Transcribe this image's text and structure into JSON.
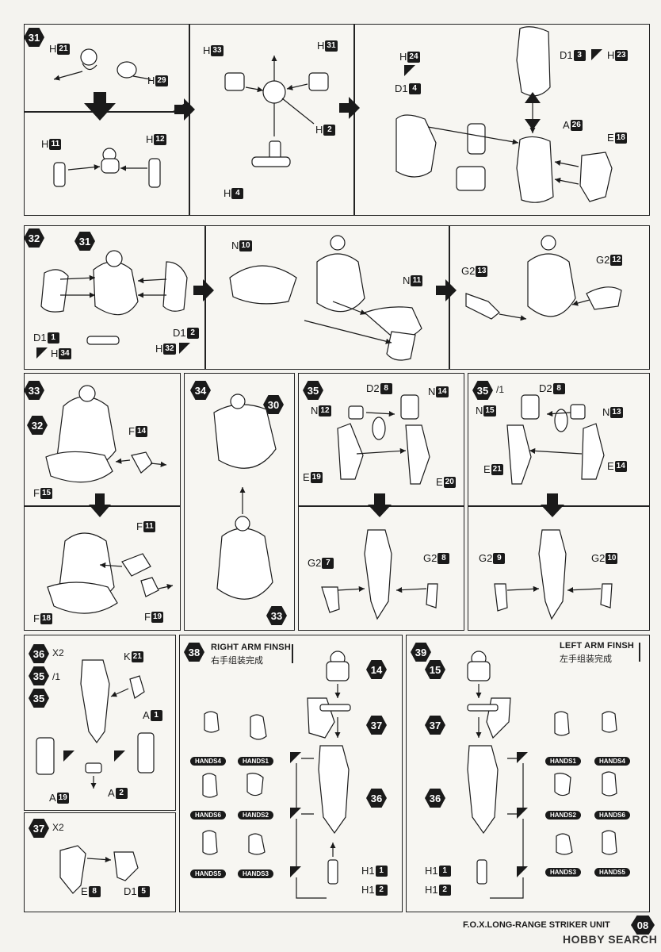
{
  "steps": {
    "s31": "31",
    "s32": "32",
    "s33": "33",
    "s34": "34",
    "s35": "35",
    "s35b": "35",
    "s36": "36",
    "s37": "37",
    "s38": "38",
    "s39": "39"
  },
  "step_suffix": {
    "x2": "X2",
    "slash1": "/1"
  },
  "panel31": {
    "h21": "H",
    "h21n": "21",
    "h29": "H",
    "h29n": "29",
    "h11": "H",
    "h11n": "11",
    "h12": "H",
    "h12n": "12",
    "h33": "H",
    "h33n": "33",
    "h31": "H",
    "h31n": "31",
    "h2": "H",
    "h2n": "2",
    "h4": "H",
    "h4n": "4",
    "h24": "H",
    "h24n": "24",
    "d14": "D1",
    "d14n": "4",
    "d13": "D1",
    "d13n": "3",
    "h23": "H",
    "h23n": "23",
    "a26": "A",
    "a26n": "26",
    "e18": "E",
    "e18n": "18"
  },
  "panel32": {
    "ref31": "31",
    "d11": "D1",
    "d11n": "1",
    "h34": "H",
    "h34n": "34",
    "d12": "D1",
    "d12n": "2",
    "h32": "H",
    "h32n": "32",
    "n10": "N",
    "n10n": "10",
    "n11": "N",
    "n11n": "11",
    "g213": "G2",
    "g213n": "13",
    "g212": "G2",
    "g212n": "12"
  },
  "panel33": {
    "ref32": "32",
    "f14": "F",
    "f14n": "14",
    "f15": "F",
    "f15n": "15",
    "f11": "F",
    "f11n": "11",
    "f18": "F",
    "f18n": "18",
    "f19": "F",
    "f19n": "19"
  },
  "panel34": {
    "ref30": "30",
    "ref33": "33"
  },
  "panel35": {
    "d28": "D2",
    "d28n": "8",
    "n14": "N",
    "n14n": "14",
    "n12": "N",
    "n12n": "12",
    "e19": "E",
    "e19n": "19",
    "e20": "E",
    "e20n": "20",
    "g27": "G2",
    "g27n": "7",
    "g28": "G2",
    "g28n": "8"
  },
  "panel35b": {
    "d28": "D2",
    "d28n": "8",
    "n15": "N",
    "n15n": "15",
    "n13": "N",
    "n13n": "13",
    "e21": "E",
    "e21n": "21",
    "e14": "E",
    "e14n": "14",
    "g29": "G2",
    "g29n": "9",
    "g210": "G2",
    "g210n": "10"
  },
  "panel36": {
    "ref35a": "35",
    "ref35": "35",
    "k21": "K",
    "k21n": "21",
    "a1": "A",
    "a1n": "1",
    "a19": "A",
    "a19n": "19",
    "a2": "A",
    "a2n": "2"
  },
  "panel37": {
    "e8": "E",
    "e8n": "8",
    "d15": "D1",
    "d15n": "5"
  },
  "panel38": {
    "title": "RIGHT ARM FINSH",
    "title_cn": "右手组装完成",
    "ref14": "14",
    "ref37": "37",
    "ref36": "36",
    "hands": [
      "HANDS4",
      "HANDS1",
      "HANDS6",
      "HANDS2",
      "HANDS5",
      "HANDS3"
    ],
    "h11": "H1",
    "h11n": "1",
    "h12": "H1",
    "h12n": "2"
  },
  "panel39": {
    "title": "LEFT ARM FINSH",
    "title_cn": "左手组装完成",
    "ref15": "15",
    "ref37": "37",
    "ref36": "36",
    "hands": [
      "HANDS1",
      "HANDS4",
      "HANDS2",
      "HANDS6",
      "HANDS3",
      "HANDS5"
    ],
    "h11": "H1",
    "h11n": "1",
    "h12": "H1",
    "h12n": "2"
  },
  "footer": {
    "title": "F.O.X.LONG-RANGE STRIKER UNIT",
    "page": "08",
    "watermark": "HOBBY SEARCH"
  }
}
